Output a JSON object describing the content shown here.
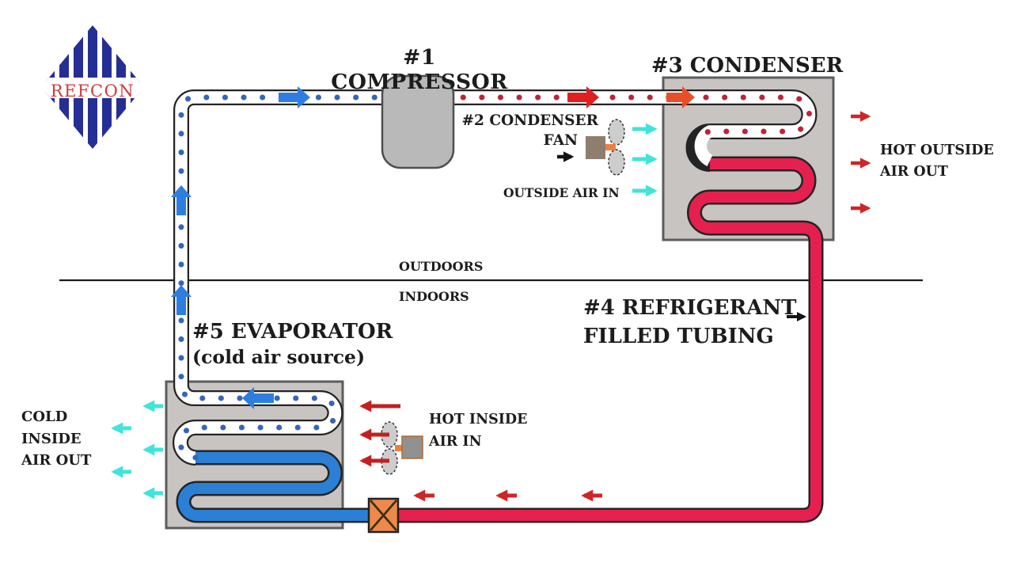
{
  "logo": {
    "text": "REFCON"
  },
  "diagram": {
    "compressor_label": "#1 COMPRESSOR",
    "condenser_fan_label_1": "#2 CONDENSER",
    "condenser_fan_label_2": "FAN",
    "condenser_label": "#3 CONDENSER",
    "outside_air_in": "OUTSIDE AIR IN",
    "hot_outside_air_out_1": "HOT OUTSIDE",
    "hot_outside_air_out_2": "AIR OUT",
    "outdoors": "OUTDOORS",
    "indoors": "INDOORS",
    "refrigerant_label_1": "#4 REFRIGERANT",
    "refrigerant_label_2": "FILLED TUBING",
    "evaporator_label_1": "#5 EVAPORATOR",
    "evaporator_label_2": "(cold air source)",
    "cold_inside_air_out_1": "COLD",
    "cold_inside_air_out_2": "INSIDE",
    "cold_inside_air_out_3": "AIR OUT",
    "hot_inside_air_in_1": "HOT INSIDE",
    "hot_inside_air_in_2": "AIR IN"
  },
  "colors": {
    "hot_liquid_crimson": "#e6204e",
    "cold_liquid_blue": "#2b7fd4",
    "vapor_dot_blue": "#3366bb",
    "vapor_dot_red": "#c41f3a",
    "cool_air_cyan": "#3fe4da",
    "hot_air_red": "#cf2525",
    "valve_orange": "#ed8a4b",
    "fan_shaft_orange": "#f07f3c",
    "logo_navy": "#252e94",
    "logo_red": "#cf3a3c",
    "coil_box_gray": "#c8c4c1",
    "compressor_gray": "#b9b9b9",
    "ink": "#1c1c1c"
  }
}
